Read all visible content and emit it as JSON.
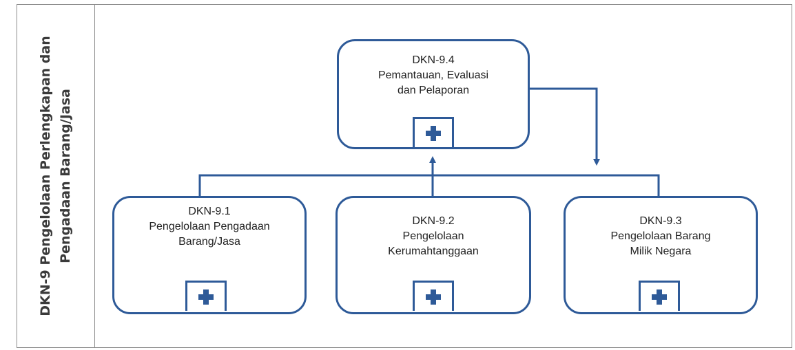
{
  "section": {
    "label_line1": "DKN-9 Pengelolaan Perlengkapan dan",
    "label_line2": "Pengadaan Barang/Jasa"
  },
  "boxes": {
    "top": {
      "code": "DKN-9.4",
      "line1": "Pemantauan, Evaluasi",
      "line2": "dan Pelaporan"
    },
    "left": {
      "code": "DKN-9.1",
      "line1": "Pengelolaan Pengadaan",
      "line2": "Barang/Jasa"
    },
    "middle": {
      "code": "DKN-9.2",
      "line1": "Pengelolaan",
      "line2": "Kerumahtanggaan"
    },
    "right": {
      "code": "DKN-9.3",
      "line1": "Pengelolaan Barang",
      "line2": "Milik Negara"
    }
  },
  "colors": {
    "accent": "#2e5a98",
    "border": "#8a8a8a",
    "text": "#222222"
  }
}
